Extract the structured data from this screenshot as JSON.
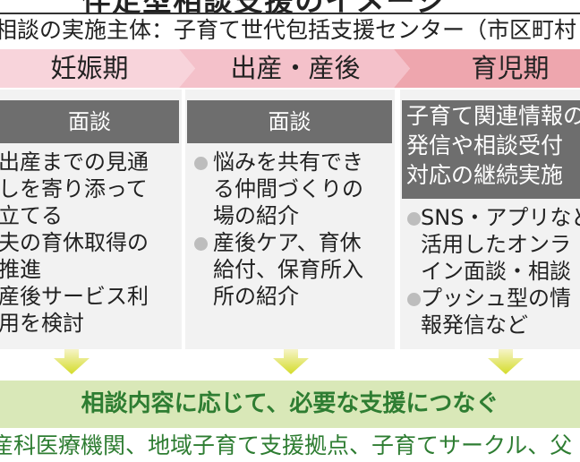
{
  "title": "伴走型相談支援のイメージ",
  "subtitle": "相談の実施主体：子育て世代包括支援センター（市区町村",
  "phases": [
    {
      "label": "妊娠期",
      "color": "#f8d4db"
    },
    {
      "label": "出産・産後",
      "color": "#f4c1ca"
    },
    {
      "label": "育児期",
      "color": "#eea6ae"
    }
  ],
  "columns": [
    {
      "header_lines": [
        "面談"
      ],
      "items": [
        {
          "lines": [
            "出産までの見通",
            "しを寄り添って",
            "立てる"
          ]
        },
        {
          "lines": [
            "夫の育休取得の",
            "推進"
          ]
        },
        {
          "lines": [
            "産後サービス利",
            "用を検討"
          ]
        }
      ]
    },
    {
      "header_lines": [
        "面談"
      ],
      "items": [
        {
          "lines": [
            "悩みを共有でき",
            "る仲間づくりの",
            "場の紹介"
          ]
        },
        {
          "lines": [
            "産後ケア、育休",
            "給付、保育所入",
            "所の紹介"
          ]
        }
      ]
    },
    {
      "header_lines": [
        "子育て関連情報の",
        "発信や相談受付",
        "対応の継続実施"
      ],
      "items": [
        {
          "lines": [
            "SNS・アプリなど",
            "活用したオンラ",
            "イン面談・相談"
          ]
        },
        {
          "lines": [
            "プッシュ型の情",
            "報発信など"
          ]
        }
      ]
    }
  ],
  "connect_banner": "相談内容に応じて、必要な支援につなぐ",
  "destinations": "産科医療機関、地域子育て支援拠点、子育てサークル、父",
  "colors": {
    "header": "#6e6e6e",
    "column_bg": "#f2f2f2",
    "band": "#d9e8b8",
    "green_text": "#2e7d32",
    "arrow": "#d4dc2a"
  }
}
